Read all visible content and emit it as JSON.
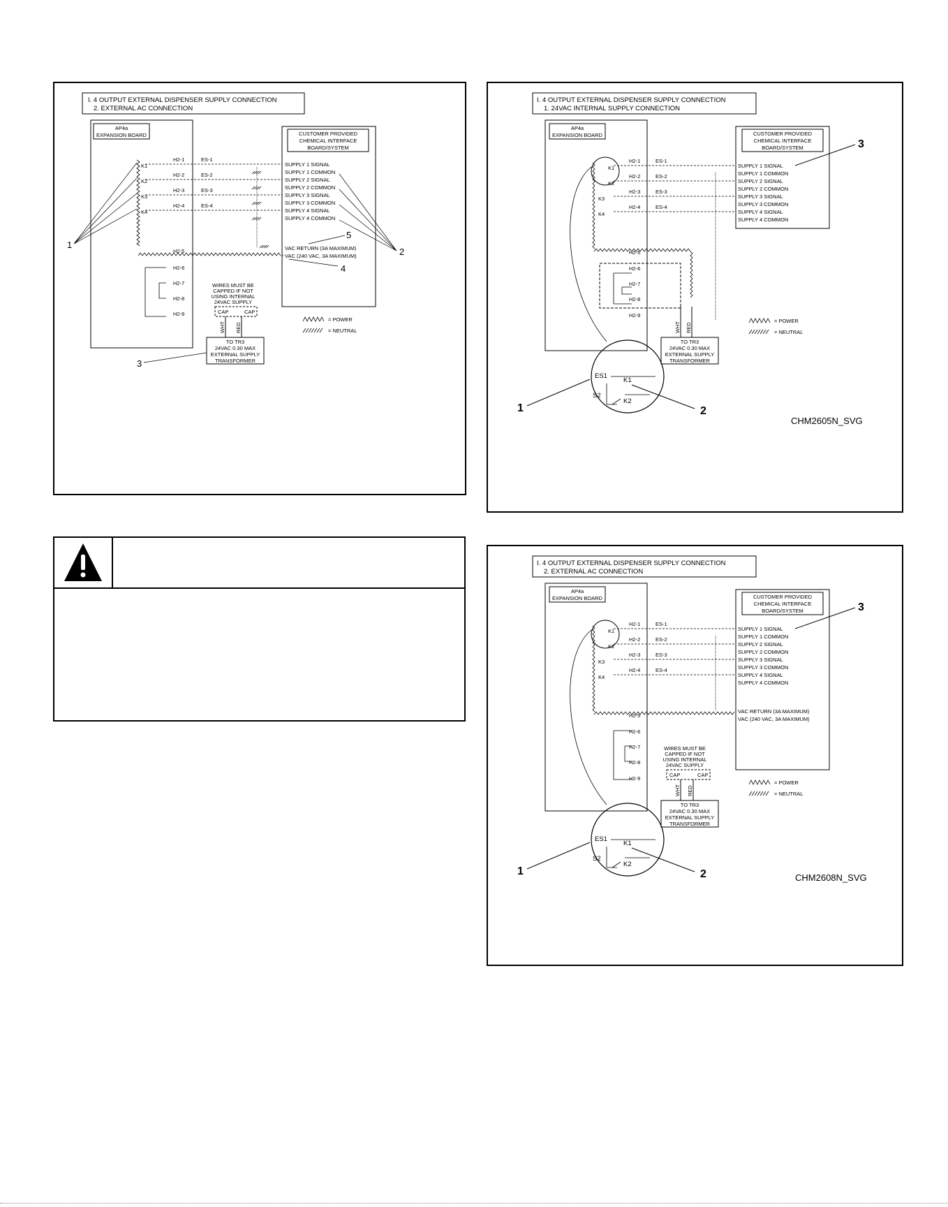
{
  "diagram_tl": {
    "title_line1": "I. 4 OUTPUT EXTERNAL DISPENSER SUPPLY CONNECTION",
    "title_line2": "2. EXTERNAL AC CONNECTION",
    "board_line1": "AP4a",
    "board_line2": "EXPANSION BOARD",
    "customer_line1": "CUSTOMER PROVIDED",
    "customer_line2": "CHEMICAL INTERFACE",
    "customer_line3": "BOARD/SYSTEM",
    "relays": [
      "K1",
      "K2",
      "K3",
      "K4"
    ],
    "h2_labels": [
      "H2-1",
      "H2-2",
      "H2-3",
      "H2-4",
      "H2-5",
      "H2-6",
      "H2-7",
      "H2-8",
      "H2-9"
    ],
    "es_labels": [
      "ES-1",
      "ES-2",
      "ES-3",
      "ES-4"
    ],
    "supply_labels": [
      "SUPPLY 1 SIGNAL",
      "SUPPLY 1 COMMON",
      "SUPPLY 2 SIGNAL",
      "SUPPLY 2 COMMON",
      "SUPPLY 3 SIGNAL",
      "SUPPLY 3 COMMON",
      "SUPPLY 4 SIGNAL",
      "SUPPLY 4 COMMON"
    ],
    "vac_return": "VAC RETURN (3A MAXIMUM)",
    "vac_supply": "VAC (240 VAC, 3A MAXIMUM)",
    "wires_note_1": "WIRES MUST BE",
    "wires_note_2": "CAPPED IF NOT",
    "wires_note_3": "USING INTERNAL",
    "wires_note_4": "24VAC SUPPLY",
    "cap_label": "CAP",
    "wht_label": "WHT",
    "red_label": "RED",
    "tr_line1": "TO TR3",
    "tr_line2": "24VAC 0.30 MAX",
    "tr_line3": "EXTERNAL SUPPLY",
    "tr_line4": "TRANSFORMER",
    "legend_power": "= POWER",
    "legend_neutral": "= NEUTRAL",
    "callouts": [
      "1",
      "2",
      "3",
      "4",
      "5"
    ]
  },
  "diagram_tr": {
    "title_line1": "I. 4 OUTPUT EXTERNAL DISPENSER SUPPLY CONNECTION",
    "title_line2": "1. 24VAC INTERNAL SUPPLY CONNECTION",
    "board_line1": "AP4a",
    "board_line2": "EXPANSION BOARD",
    "customer_line1": "CUSTOMER PROVIDED",
    "customer_line2": "CHEMICAL INTERFACE",
    "customer_line3": "BOARD/SYSTEM",
    "relays": [
      "K1",
      "K2",
      "K3",
      "K4"
    ],
    "h2_labels": [
      "H2-1",
      "H2-2",
      "H2-3",
      "H2-4",
      "H2-5",
      "H2-6",
      "H2-7",
      "H2-8",
      "H2-9"
    ],
    "es_labels": [
      "ES-1",
      "ES-2",
      "ES-3",
      "ES-4"
    ],
    "supply_labels": [
      "SUPPLY 1 SIGNAL",
      "SUPPLY 1 COMMON",
      "SUPPLY 2 SIGNAL",
      "SUPPLY 2 COMMON",
      "SUPPLY 3 SIGNAL",
      "SUPPLY 3 COMMON",
      "SUPPLY 4 SIGNAL",
      "SUPPLY 4 COMMON"
    ],
    "wht_label": "WHT",
    "red_label": "RED",
    "tr_line1": "TO TR3",
    "tr_line2": "24VAC 0.30 MAX",
    "tr_line3": "EXTERNAL SUPPLY",
    "tr_line4": "TRANSFORMER",
    "legend_power": "= POWER",
    "legend_neutral": "= NEUTRAL",
    "detail_es1": "ES1",
    "detail_s2": "S2",
    "detail_k1": "K1",
    "detail_k2": "K2",
    "callouts": [
      "1",
      "2",
      "3"
    ],
    "figure_id": "CHM2605N_SVG"
  },
  "diagram_br": {
    "title_line1": "I. 4 OUTPUT EXTERNAL DISPENSER SUPPLY CONNECTION",
    "title_line2": "2. EXTERNAL AC CONNECTION",
    "board_line1": "AP4a",
    "board_line2": "EXPANSION BOARD",
    "customer_line1": "CUSTOMER PROVIDED",
    "customer_line2": "CHEMICAL INTERFACE",
    "customer_line3": "BOARD/SYSTEM",
    "relays": [
      "K1",
      "K2",
      "K3",
      "K4"
    ],
    "h2_labels": [
      "H2-1",
      "H2-2",
      "H2-3",
      "H2-4",
      "H2-5",
      "H2-6",
      "H2-7",
      "H2-8",
      "H2-9"
    ],
    "es_labels": [
      "ES-1",
      "ES-2",
      "ES-3",
      "ES-4"
    ],
    "supply_labels": [
      "SUPPLY 1 SIGNAL",
      "SUPPLY 1 COMMON",
      "SUPPLY 2 SIGNAL",
      "SUPPLY 2 COMMON",
      "SUPPLY 3 SIGNAL",
      "SUPPLY 3 COMMON",
      "SUPPLY 4 SIGNAL",
      "SUPPLY 4 COMMON"
    ],
    "vac_return": "VAC RETURN (3A MAXIMUM)",
    "vac_supply": "VAC (240 VAC, 3A MAXIMUM)",
    "wires_note_1": "WIRES MUST BE",
    "wires_note_2": "CAPPED IF NOT",
    "wires_note_3": "USING INTERNAL",
    "wires_note_4": "24VAC SUPPLY",
    "cap_label": "CAP",
    "wht_label": "WHT",
    "red_label": "RED",
    "tr_line1": "TO TR3",
    "tr_line2": "24VAC 0.30 MAX",
    "tr_line3": "EXTERNAL SUPPLY",
    "tr_line4": "TRANSFORMER",
    "legend_power": "= POWER",
    "legend_neutral": "= NEUTRAL",
    "detail_es1": "ES1",
    "detail_s2": "S2",
    "detail_k1": "K1",
    "detail_k2": "K2",
    "callouts": [
      "1",
      "2",
      "3"
    ],
    "figure_id": "CHM2608N_SVG"
  },
  "warning": {
    "icon": "warning-triangle-icon"
  }
}
